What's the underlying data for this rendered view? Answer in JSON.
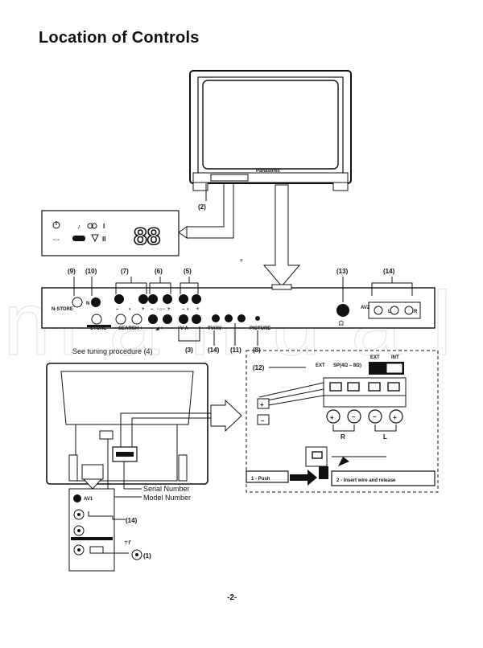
{
  "page": {
    "title": "Location of Controls",
    "page_number": "-2-",
    "brand": "Panasonic",
    "watermark": "manuali"
  },
  "callouts": {
    "c1": "(1)",
    "c2": "(2)",
    "c3": "(3)",
    "c4": "(4)",
    "c5": "(5)",
    "c6": "(6)",
    "c7": "(7)",
    "c8": "(8)",
    "c9": "(9)",
    "c10": "(10)",
    "c11": "(11)",
    "c12": "(12)",
    "c13": "(13)",
    "c14": "(14)"
  },
  "display": {
    "digits": "88",
    "symbol_music": "♪",
    "symbol_stereo": "ꝏ",
    "symbol_i": "I",
    "symbol_ii": "II"
  },
  "front_panel": {
    "n_store": "N-STORE",
    "n": "N",
    "store": "STORE",
    "search": "– SEARCH +",
    "tv_av": "TV/AV",
    "picture": "PICTURE",
    "av2": "AV2",
    "l_label": "L",
    "r_label": "R",
    "minus": "–",
    "plus": "+"
  },
  "tuning_note": "See tuning procedure (4)",
  "speaker_panel": {
    "ext": "EXT",
    "sp": "SP(4Ω – 8Ω)",
    "ext2": "EXT",
    "int": "INT",
    "r": "R",
    "l": "L"
  },
  "steps": {
    "push": "1 - Push",
    "insert": "2 - Insert wire and release"
  },
  "rear": {
    "serial": "Serial Number",
    "model": "Model Number",
    "av_label": "AV1"
  }
}
